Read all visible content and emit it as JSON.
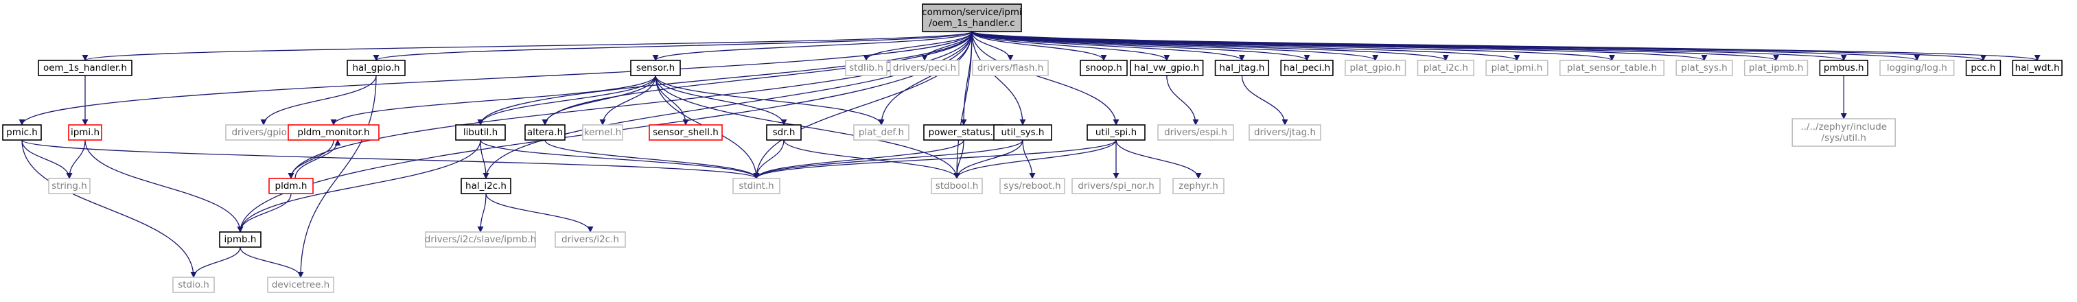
{
  "graph": {
    "colors": {
      "edge": "#191970",
      "root_fill": "#bfbfbf",
      "node_border": "#000000",
      "missing_border": "#bfbfbf",
      "missing_text": "#7f7f7f",
      "broken_border": "#ff0000"
    },
    "nodes": [
      {
        "id": "root",
        "label_lines": [
          "common/service/ipmi",
          "/oem_1s_handler.c"
        ],
        "kind": "root"
      },
      {
        "id": "pmic",
        "label_lines": [
          "pmic.h"
        ],
        "kind": "normal"
      },
      {
        "id": "oem1s",
        "label_lines": [
          "oem_1s_handler.h"
        ],
        "kind": "normal"
      },
      {
        "id": "halgpio",
        "label_lines": [
          "hal_gpio.h"
        ],
        "kind": "normal"
      },
      {
        "id": "sensor",
        "label_lines": [
          "sensor.h"
        ],
        "kind": "normal"
      },
      {
        "id": "stdlib",
        "label_lines": [
          "stdlib.h"
        ],
        "kind": "missing"
      },
      {
        "id": "dpeci",
        "label_lines": [
          "drivers/peci.h"
        ],
        "kind": "missing"
      },
      {
        "id": "dflash",
        "label_lines": [
          "drivers/flash.h"
        ],
        "kind": "missing"
      },
      {
        "id": "snoop",
        "label_lines": [
          "snoop.h"
        ],
        "kind": "normal"
      },
      {
        "id": "halvw",
        "label_lines": [
          "hal_vw_gpio.h"
        ],
        "kind": "normal"
      },
      {
        "id": "haljtag",
        "label_lines": [
          "hal_jtag.h"
        ],
        "kind": "normal"
      },
      {
        "id": "halpeci",
        "label_lines": [
          "hal_peci.h"
        ],
        "kind": "normal"
      },
      {
        "id": "platgpio",
        "label_lines": [
          "plat_gpio.h"
        ],
        "kind": "missing"
      },
      {
        "id": "plati2c",
        "label_lines": [
          "plat_i2c.h"
        ],
        "kind": "missing"
      },
      {
        "id": "platipmi",
        "label_lines": [
          "plat_ipmi.h"
        ],
        "kind": "missing"
      },
      {
        "id": "platsensor",
        "label_lines": [
          "plat_sensor_table.h"
        ],
        "kind": "missing"
      },
      {
        "id": "platsys",
        "label_lines": [
          "plat_sys.h"
        ],
        "kind": "missing"
      },
      {
        "id": "platipmb",
        "label_lines": [
          "plat_ipmb.h"
        ],
        "kind": "missing"
      },
      {
        "id": "pmbus",
        "label_lines": [
          "pmbus.h"
        ],
        "kind": "normal"
      },
      {
        "id": "logging",
        "label_lines": [
          "logging/log.h"
        ],
        "kind": "missing"
      },
      {
        "id": "pcc",
        "label_lines": [
          "pcc.h"
        ],
        "kind": "normal"
      },
      {
        "id": "halwdt",
        "label_lines": [
          "hal_wdt.h"
        ],
        "kind": "normal"
      },
      {
        "id": "ipmi",
        "label_lines": [
          "ipmi.h"
        ],
        "kind": "broken"
      },
      {
        "id": "dgpio",
        "label_lines": [
          "drivers/gpio.h"
        ],
        "kind": "missing"
      },
      {
        "id": "pldmmon",
        "label_lines": [
          "pldm_monitor.h"
        ],
        "kind": "broken"
      },
      {
        "id": "libutil",
        "label_lines": [
          "libutil.h"
        ],
        "kind": "normal"
      },
      {
        "id": "altera",
        "label_lines": [
          "altera.h"
        ],
        "kind": "normal"
      },
      {
        "id": "kernel",
        "label_lines": [
          "kernel.h"
        ],
        "kind": "missing"
      },
      {
        "id": "sshell",
        "label_lines": [
          "sensor_shell.h"
        ],
        "kind": "broken"
      },
      {
        "id": "sdr",
        "label_lines": [
          "sdr.h"
        ],
        "kind": "normal"
      },
      {
        "id": "platdef",
        "label_lines": [
          "plat_def.h"
        ],
        "kind": "missing"
      },
      {
        "id": "power",
        "label_lines": [
          "power_status.h"
        ],
        "kind": "normal"
      },
      {
        "id": "utilsys",
        "label_lines": [
          "util_sys.h"
        ],
        "kind": "normal"
      },
      {
        "id": "utilspi",
        "label_lines": [
          "util_spi.h"
        ],
        "kind": "normal"
      },
      {
        "id": "despi",
        "label_lines": [
          "drivers/espi.h"
        ],
        "kind": "missing"
      },
      {
        "id": "djtag",
        "label_lines": [
          "drivers/jtag.h"
        ],
        "kind": "missing"
      },
      {
        "id": "zutil",
        "label_lines": [
          "../../zephyr/include",
          "/sys/util.h"
        ],
        "kind": "missing"
      },
      {
        "id": "pldm",
        "label_lines": [
          "pldm.h"
        ],
        "kind": "broken"
      },
      {
        "id": "string",
        "label_lines": [
          "string.h"
        ],
        "kind": "missing"
      },
      {
        "id": "stdint",
        "label_lines": [
          "stdint.h"
        ],
        "kind": "missing"
      },
      {
        "id": "stdbool",
        "label_lines": [
          "stdbool.h"
        ],
        "kind": "missing"
      },
      {
        "id": "sysreboot",
        "label_lines": [
          "sys/reboot.h"
        ],
        "kind": "missing"
      },
      {
        "id": "dspinor",
        "label_lines": [
          "drivers/spi_nor.h"
        ],
        "kind": "missing"
      },
      {
        "id": "zephyr",
        "label_lines": [
          "zephyr.h"
        ],
        "kind": "missing"
      },
      {
        "id": "hali2c",
        "label_lines": [
          "hal_i2c.h"
        ],
        "kind": "normal"
      },
      {
        "id": "ipmb",
        "label_lines": [
          "ipmb.h"
        ],
        "kind": "normal"
      },
      {
        "id": "dslave",
        "label_lines": [
          "drivers/i2c/slave/ipmb.h"
        ],
        "kind": "missing"
      },
      {
        "id": "di2c",
        "label_lines": [
          "drivers/i2c.h"
        ],
        "kind": "missing"
      },
      {
        "id": "stdio",
        "label_lines": [
          "stdio.h"
        ],
        "kind": "missing"
      },
      {
        "id": "devicetree",
        "label_lines": [
          "devicetree.h"
        ],
        "kind": "missing"
      }
    ],
    "edges": [
      [
        "root",
        "pmic"
      ],
      [
        "root",
        "oem1s"
      ],
      [
        "root",
        "halgpio"
      ],
      [
        "root",
        "sensor"
      ],
      [
        "root",
        "stdlib"
      ],
      [
        "root",
        "dpeci"
      ],
      [
        "root",
        "dflash"
      ],
      [
        "root",
        "snoop"
      ],
      [
        "root",
        "halvw"
      ],
      [
        "root",
        "haljtag"
      ],
      [
        "root",
        "halpeci"
      ],
      [
        "root",
        "platgpio"
      ],
      [
        "root",
        "plati2c"
      ],
      [
        "root",
        "platipmi"
      ],
      [
        "root",
        "platsensor"
      ],
      [
        "root",
        "platsys"
      ],
      [
        "root",
        "platipmb"
      ],
      [
        "root",
        "pmbus"
      ],
      [
        "root",
        "logging"
      ],
      [
        "root",
        "pcc"
      ],
      [
        "root",
        "halwdt"
      ],
      [
        "root",
        "libutil"
      ],
      [
        "root",
        "altera"
      ],
      [
        "root",
        "platdef"
      ],
      [
        "root",
        "power"
      ],
      [
        "root",
        "utilsys"
      ],
      [
        "root",
        "utilspi"
      ],
      [
        "root",
        "pldm"
      ],
      [
        "root",
        "ipmb"
      ],
      [
        "root",
        "hali2c"
      ],
      [
        "root",
        "stdint"
      ],
      [
        "root",
        "stdbool"
      ],
      [
        "oem1s",
        "ipmi"
      ],
      [
        "halgpio",
        "dgpio"
      ],
      [
        "halgpio",
        "devicetree"
      ],
      [
        "sensor",
        "pldmmon"
      ],
      [
        "sensor",
        "libutil"
      ],
      [
        "sensor",
        "altera"
      ],
      [
        "sensor",
        "kernel"
      ],
      [
        "sensor",
        "sshell"
      ],
      [
        "sensor",
        "sdr"
      ],
      [
        "sensor",
        "platdef"
      ],
      [
        "sensor",
        "stdint"
      ],
      [
        "sensor",
        "stdbool"
      ],
      [
        "halvw",
        "despi"
      ],
      [
        "haljtag",
        "djtag"
      ],
      [
        "pmbus",
        "zutil"
      ],
      [
        "pmic",
        "string"
      ],
      [
        "pmic",
        "stdint"
      ],
      [
        "pmic",
        "stdio"
      ],
      [
        "ipmi",
        "string"
      ],
      [
        "ipmi",
        "ipmb"
      ],
      [
        "pldmmon",
        "pldm"
      ],
      [
        "pldm",
        "pldmmon"
      ],
      [
        "pldm",
        "ipmb"
      ],
      [
        "libutil",
        "hali2c"
      ],
      [
        "libutil",
        "ipmb"
      ],
      [
        "libutil",
        "stdint"
      ],
      [
        "altera",
        "stdint"
      ],
      [
        "sdr",
        "stdint"
      ],
      [
        "sdr",
        "stdbool"
      ],
      [
        "power",
        "stdint"
      ],
      [
        "power",
        "stdbool"
      ],
      [
        "utilsys",
        "stdint"
      ],
      [
        "utilsys",
        "stdbool"
      ],
      [
        "utilsys",
        "sysreboot"
      ],
      [
        "utilspi",
        "stdint"
      ],
      [
        "utilspi",
        "stdbool"
      ],
      [
        "utilspi",
        "dspinor"
      ],
      [
        "utilspi",
        "zephyr"
      ],
      [
        "hali2c",
        "dslave"
      ],
      [
        "hali2c",
        "di2c"
      ],
      [
        "ipmb",
        "stdio"
      ],
      [
        "ipmb",
        "devicetree"
      ]
    ]
  }
}
